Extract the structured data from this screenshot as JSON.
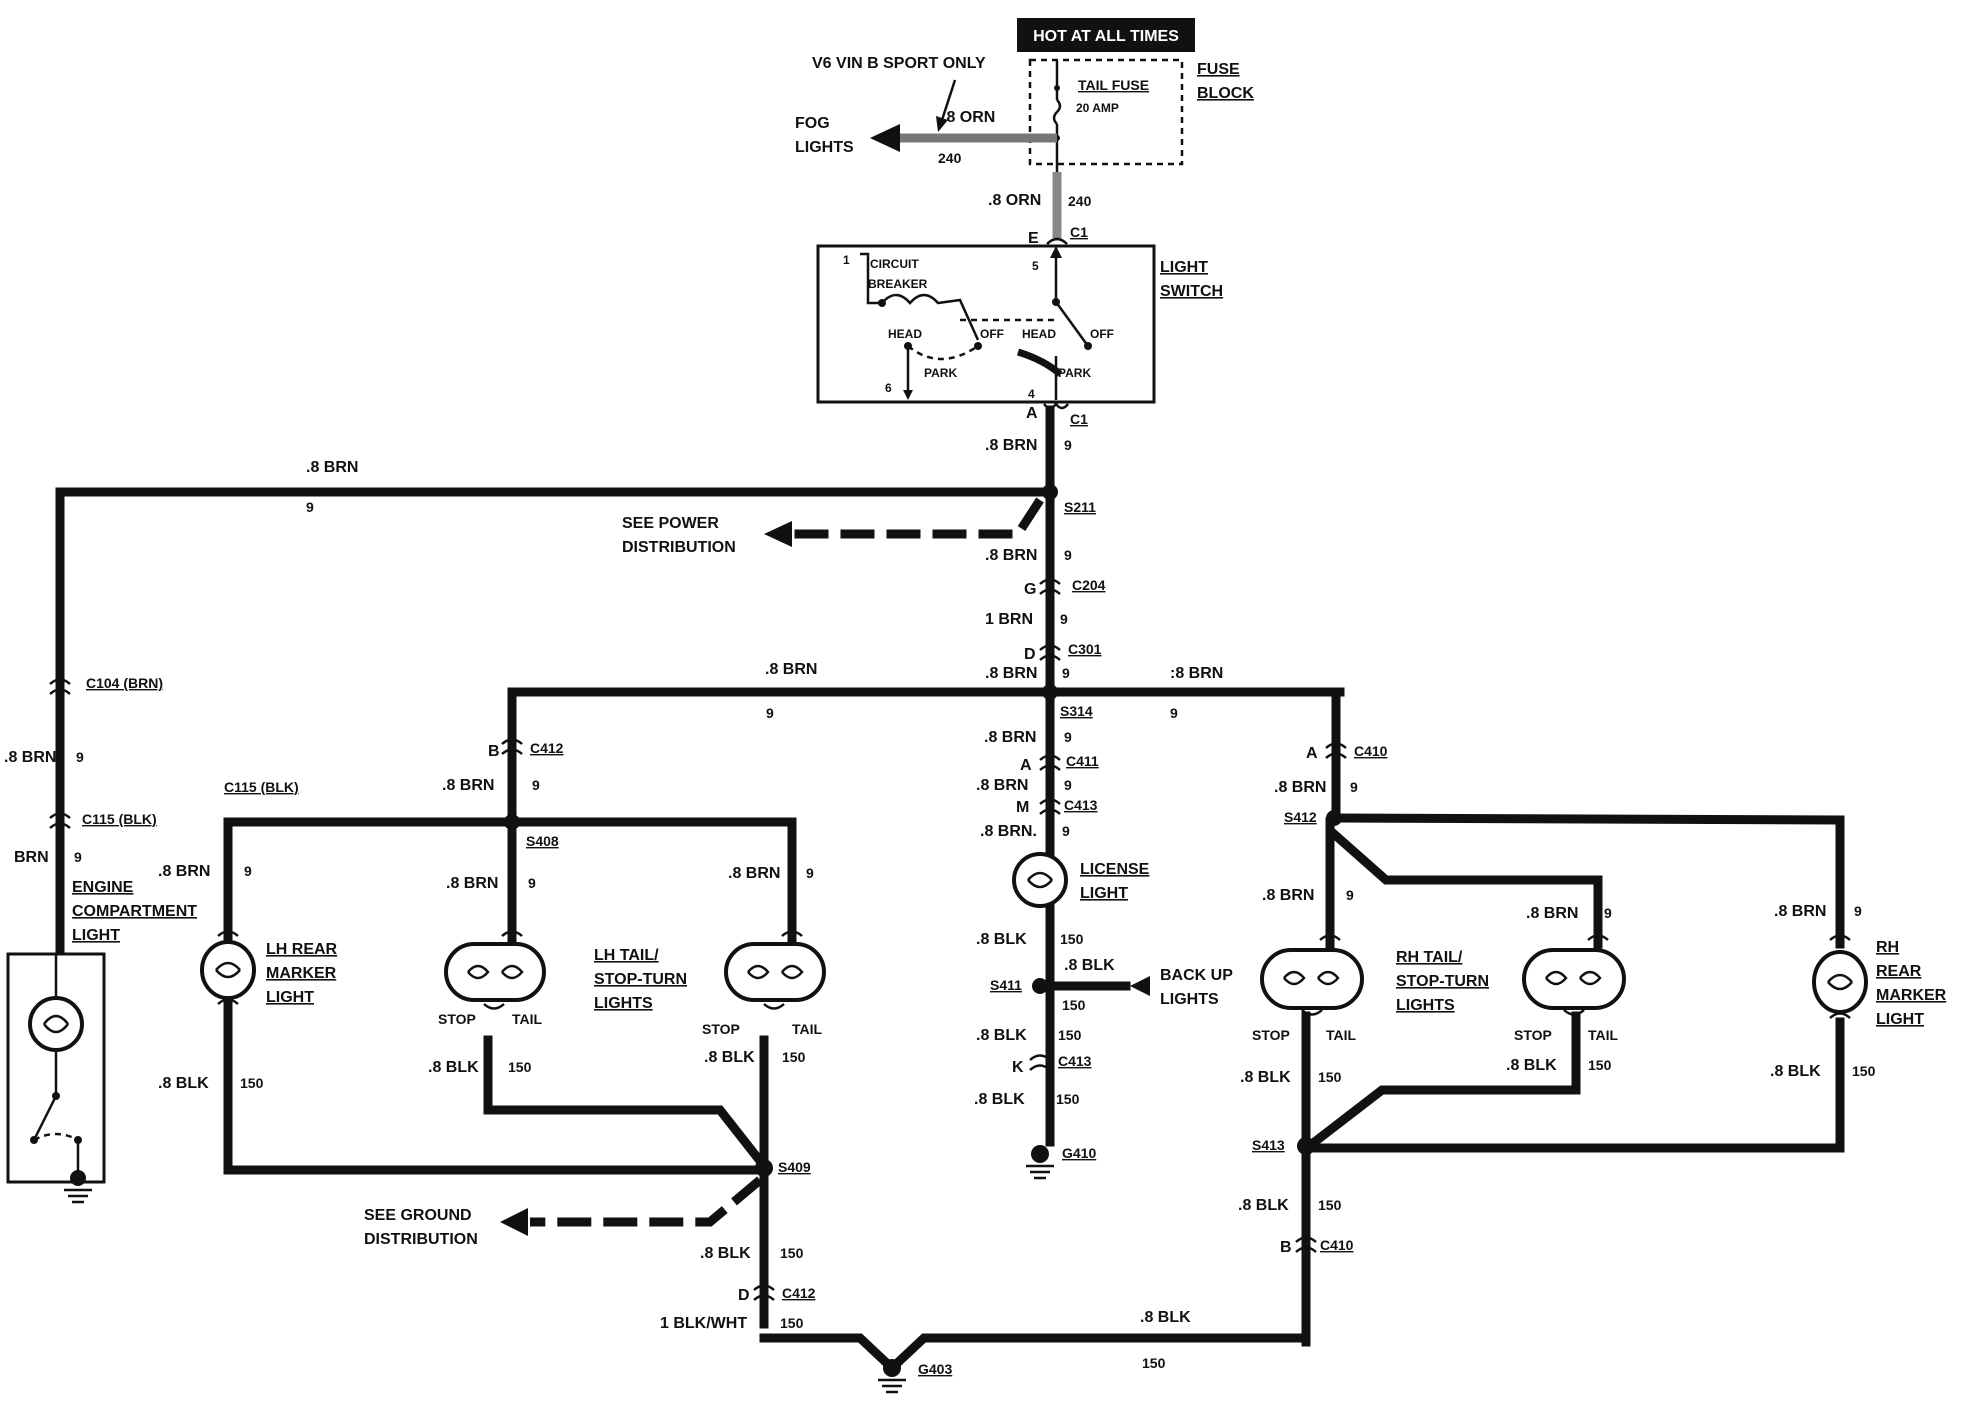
{
  "power": {
    "banner": "HOT AT ALL TIMES",
    "fuse_name": "TAIL FUSE",
    "fuse_rating": "20 AMP",
    "fuse_block": [
      "FUSE",
      "BLOCK"
    ]
  },
  "fog": {
    "note": "V6 VIN B SPORT ONLY",
    "wire": ".8 ORN",
    "circuit": "240",
    "label": [
      "FOG",
      "LIGHTS"
    ]
  },
  "feed": {
    "wire": ".8 ORN",
    "circuit": "240",
    "pin_in": "E",
    "conn_in": "C1",
    "pin_out": "A",
    "conn_out": "C1"
  },
  "switch": {
    "title": [
      "LIGHT",
      "SWITCH"
    ],
    "circuit_breaker": [
      "CIRCUIT",
      "BREAKER"
    ],
    "head": "HEAD",
    "off": "OFF",
    "park": "PARK",
    "pins": [
      "1",
      "5",
      "6",
      "4"
    ]
  },
  "trunk": {
    "w1": ".8 BRN",
    "c1": "9",
    "splice": "S211",
    "w2": ".8 BRN",
    "c2": "9",
    "pin_g": "G",
    "conn_g": "C204",
    "w3": "1 BRN",
    "c3": "9",
    "pin_d": "D",
    "conn_d": "C301",
    "w4": ".8 BRN",
    "c4": "9",
    "splice2": "S314"
  },
  "power_dist": [
    "SEE POWER",
    "DISTRIBUTION"
  ],
  "engine": {
    "top_wire": ".8 BRN",
    "top_circuit": "9",
    "conn1": "C104 (BRN)",
    "w1": ".8 BRN",
    "c1": "9",
    "conn2": "C115 (BLK)",
    "w2": "BRN",
    "c2": "9",
    "label": [
      "ENGINE",
      "COMPARTMENT",
      "LIGHT"
    ]
  },
  "lh": {
    "top_wire": ".8 BRN",
    "top_circuit": "9",
    "pin_b": "B",
    "conn": "C412",
    "w1": ".8 BRN",
    "c1": "9",
    "splice": "S408",
    "conn_c115": "C115 (BLK)",
    "marker_wire": ".8 BRN",
    "marker_circuit": "9",
    "tail1_wire": ".8 BRN",
    "tail1_circuit": "9",
    "tail2_wire": ".8 BRN",
    "tail2_circuit": "9",
    "marker_label": [
      "LH REAR",
      "MARKER",
      "LIGHT"
    ],
    "tail_label": [
      "LH TAIL/",
      "STOP-TURN",
      "LIGHTS"
    ],
    "stop": "STOP",
    "tail": "TAIL",
    "gm_wire": ".8 BLK",
    "gm_circuit": "150",
    "g1_wire": ".8 BLK",
    "g1_circuit": "150",
    "g2_wire": ".8 BLK",
    "g2_circuit": "150",
    "splice_gnd": "S409",
    "gd_wire": ".8 BLK",
    "gd_circuit": "150",
    "pin_d": "D",
    "conn_d": "C412",
    "gw_wire": "1 BLK/WHT",
    "gw_circuit": "150",
    "ground": "G403"
  },
  "ground_dist": [
    "SEE GROUND",
    "DISTRIBUTION"
  ],
  "center": {
    "w1": ".8 BRN",
    "c1": "9",
    "pin_a": "A",
    "conn_a": "C411",
    "w2": ".8 BRN",
    "c2": "9",
    "pin_m": "M",
    "conn_m": "C413",
    "w3": ".8 BRN.",
    "c3": "9",
    "license": [
      "LICENSE",
      "LIGHT"
    ],
    "w4": ".8 BLK",
    "c4": "150",
    "splice": "S411",
    "backup_wire": ".8 BLK",
    "backup_label": [
      "BACK UP",
      "LIGHTS"
    ],
    "c5": "150",
    "w6": ".8 BLK",
    "c6": "150",
    "pin_k": "K",
    "conn_k": "C413",
    "w7": ".8 BLK",
    "c7": "150",
    "ground": "G410"
  },
  "rh": {
    "top_wire": ":8 BRN",
    "top_circuit": "9",
    "pin_a": "A",
    "conn": "C410",
    "w1": ".8 BRN",
    "c1": "9",
    "splice": "S412",
    "tail1_wire": ".8 BRN",
    "tail1_circuit": "9",
    "tail2_wire": ".8 BRN",
    "tail2_circuit": "9",
    "marker_wire": ".8 BRN",
    "marker_circuit": "9",
    "tail_label": [
      "RH TAIL/",
      "STOP-TURN",
      "LIGHTS"
    ],
    "marker_label": [
      "RH",
      "REAR",
      "MARKER",
      "LIGHT"
    ],
    "stop": "STOP",
    "tail": "TAIL",
    "g1_wire": ".8 BLK",
    "g1_circuit": "150",
    "g2_wire": ".8 BLK",
    "g2_circuit": "150",
    "gm_wire": ".8 BLK",
    "gm_circuit": "150",
    "splice_gnd": "S413",
    "gd_wire": ".8 BLK",
    "gd_circuit": "150",
    "pin_b": "B",
    "conn_b": "C410",
    "bottom_wire": ".8 BLK",
    "bottom_circuit": "150"
  }
}
